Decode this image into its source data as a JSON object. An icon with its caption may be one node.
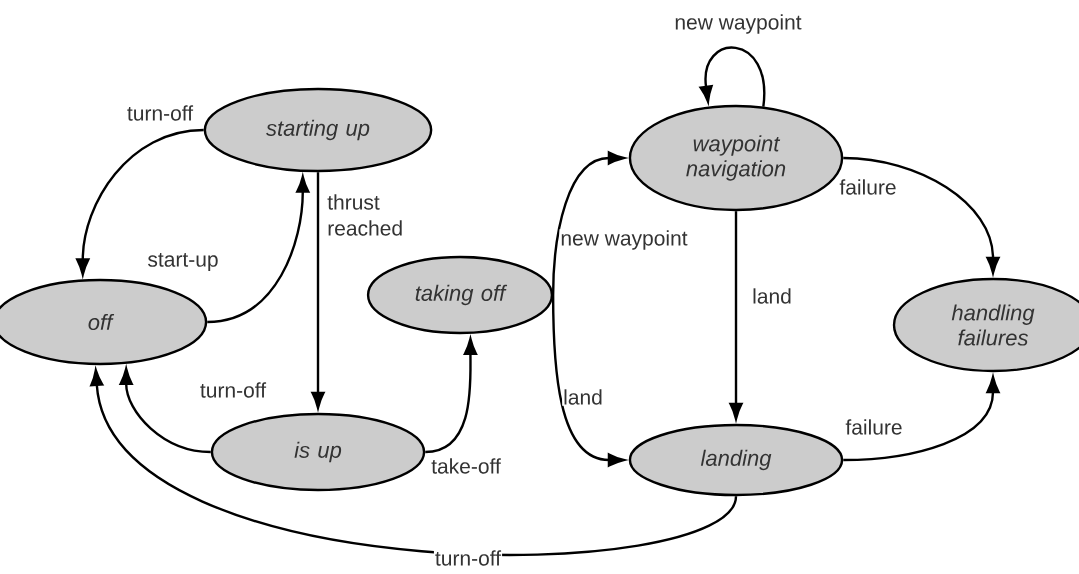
{
  "diagram": {
    "nodes": [
      {
        "text": [
          "off"
        ]
      },
      {
        "text": [
          "starting up"
        ]
      },
      {
        "text": [
          "is up"
        ]
      },
      {
        "text": [
          "taking off"
        ]
      },
      {
        "text": [
          "waypoint navigation"
        ]
      },
      {
        "text": [
          "handling failures"
        ]
      },
      {
        "text": [
          "landing"
        ]
      }
    ],
    "edges": [
      {
        "from": 1,
        "to": 0,
        "arrow": "to",
        "label": "turn-off"
      },
      {
        "from": 0,
        "to": 1,
        "arrow": "to",
        "label": "start-up"
      },
      {
        "from": 1,
        "to": 2,
        "arrow": "to",
        "label": "thrust reached"
      },
      {
        "from": 2,
        "to": 0,
        "arrow": "to",
        "label": "turn-off"
      },
      {
        "from": 2,
        "to": 3,
        "arrow": "to",
        "label": "take-off"
      },
      {
        "from": 3,
        "to": 4,
        "arrow": "to",
        "label": "new waypoint"
      },
      {
        "from": 3,
        "to": 6,
        "arrow": "to",
        "label": "land"
      },
      {
        "from": 4,
        "to": 4,
        "arrow": "to",
        "label": "new waypoint"
      },
      {
        "from": 4,
        "to": 5,
        "arrow": "to",
        "label": "failure"
      },
      {
        "from": 4,
        "to": 6,
        "arrow": "to",
        "label": "land"
      },
      {
        "from": 6,
        "to": 5,
        "arrow": "to",
        "label": "failure"
      },
      {
        "from": 6,
        "to": 0,
        "arrow": "to",
        "label": "turn-off"
      }
    ]
  }
}
